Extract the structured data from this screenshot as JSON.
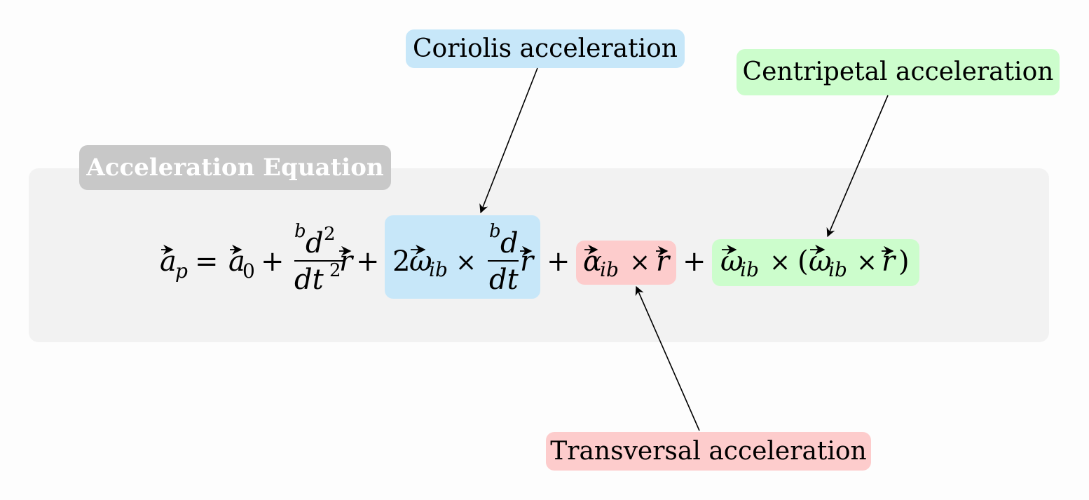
{
  "panel": {
    "title": "Acceleration Equation"
  },
  "callouts": {
    "coriolis": "Coriolis acceleration",
    "centripetal": "Centripetal acceleration",
    "transversal": "Transversal acceleration"
  },
  "equation": {
    "lhs_symbol": "a",
    "lhs_sub": "p",
    "equals": "=",
    "a0_symbol": "a",
    "a0_sub": "0",
    "plus": "+",
    "d2_super_b": "b",
    "d2_num": "d",
    "d2_num_exp": "2",
    "d2_den": "dt",
    "d2_den_exp": "2",
    "r": "r",
    "two": "2",
    "omega": "ω",
    "alpha": "α",
    "sub_ib": "ib",
    "times": "×",
    "d1_super_b": "b",
    "d1_num": "d",
    "d1_den": "dt",
    "paren_open": "(",
    "paren_close": ")",
    "arrow_mark": "⃗"
  },
  "colors": {
    "panel_bg": "#f2f2f2",
    "title_bg": "#c8c8c8",
    "coriolis": "#c7e7f9",
    "centripetal": "#ccfdcc",
    "transversal": "#fdcccc"
  }
}
